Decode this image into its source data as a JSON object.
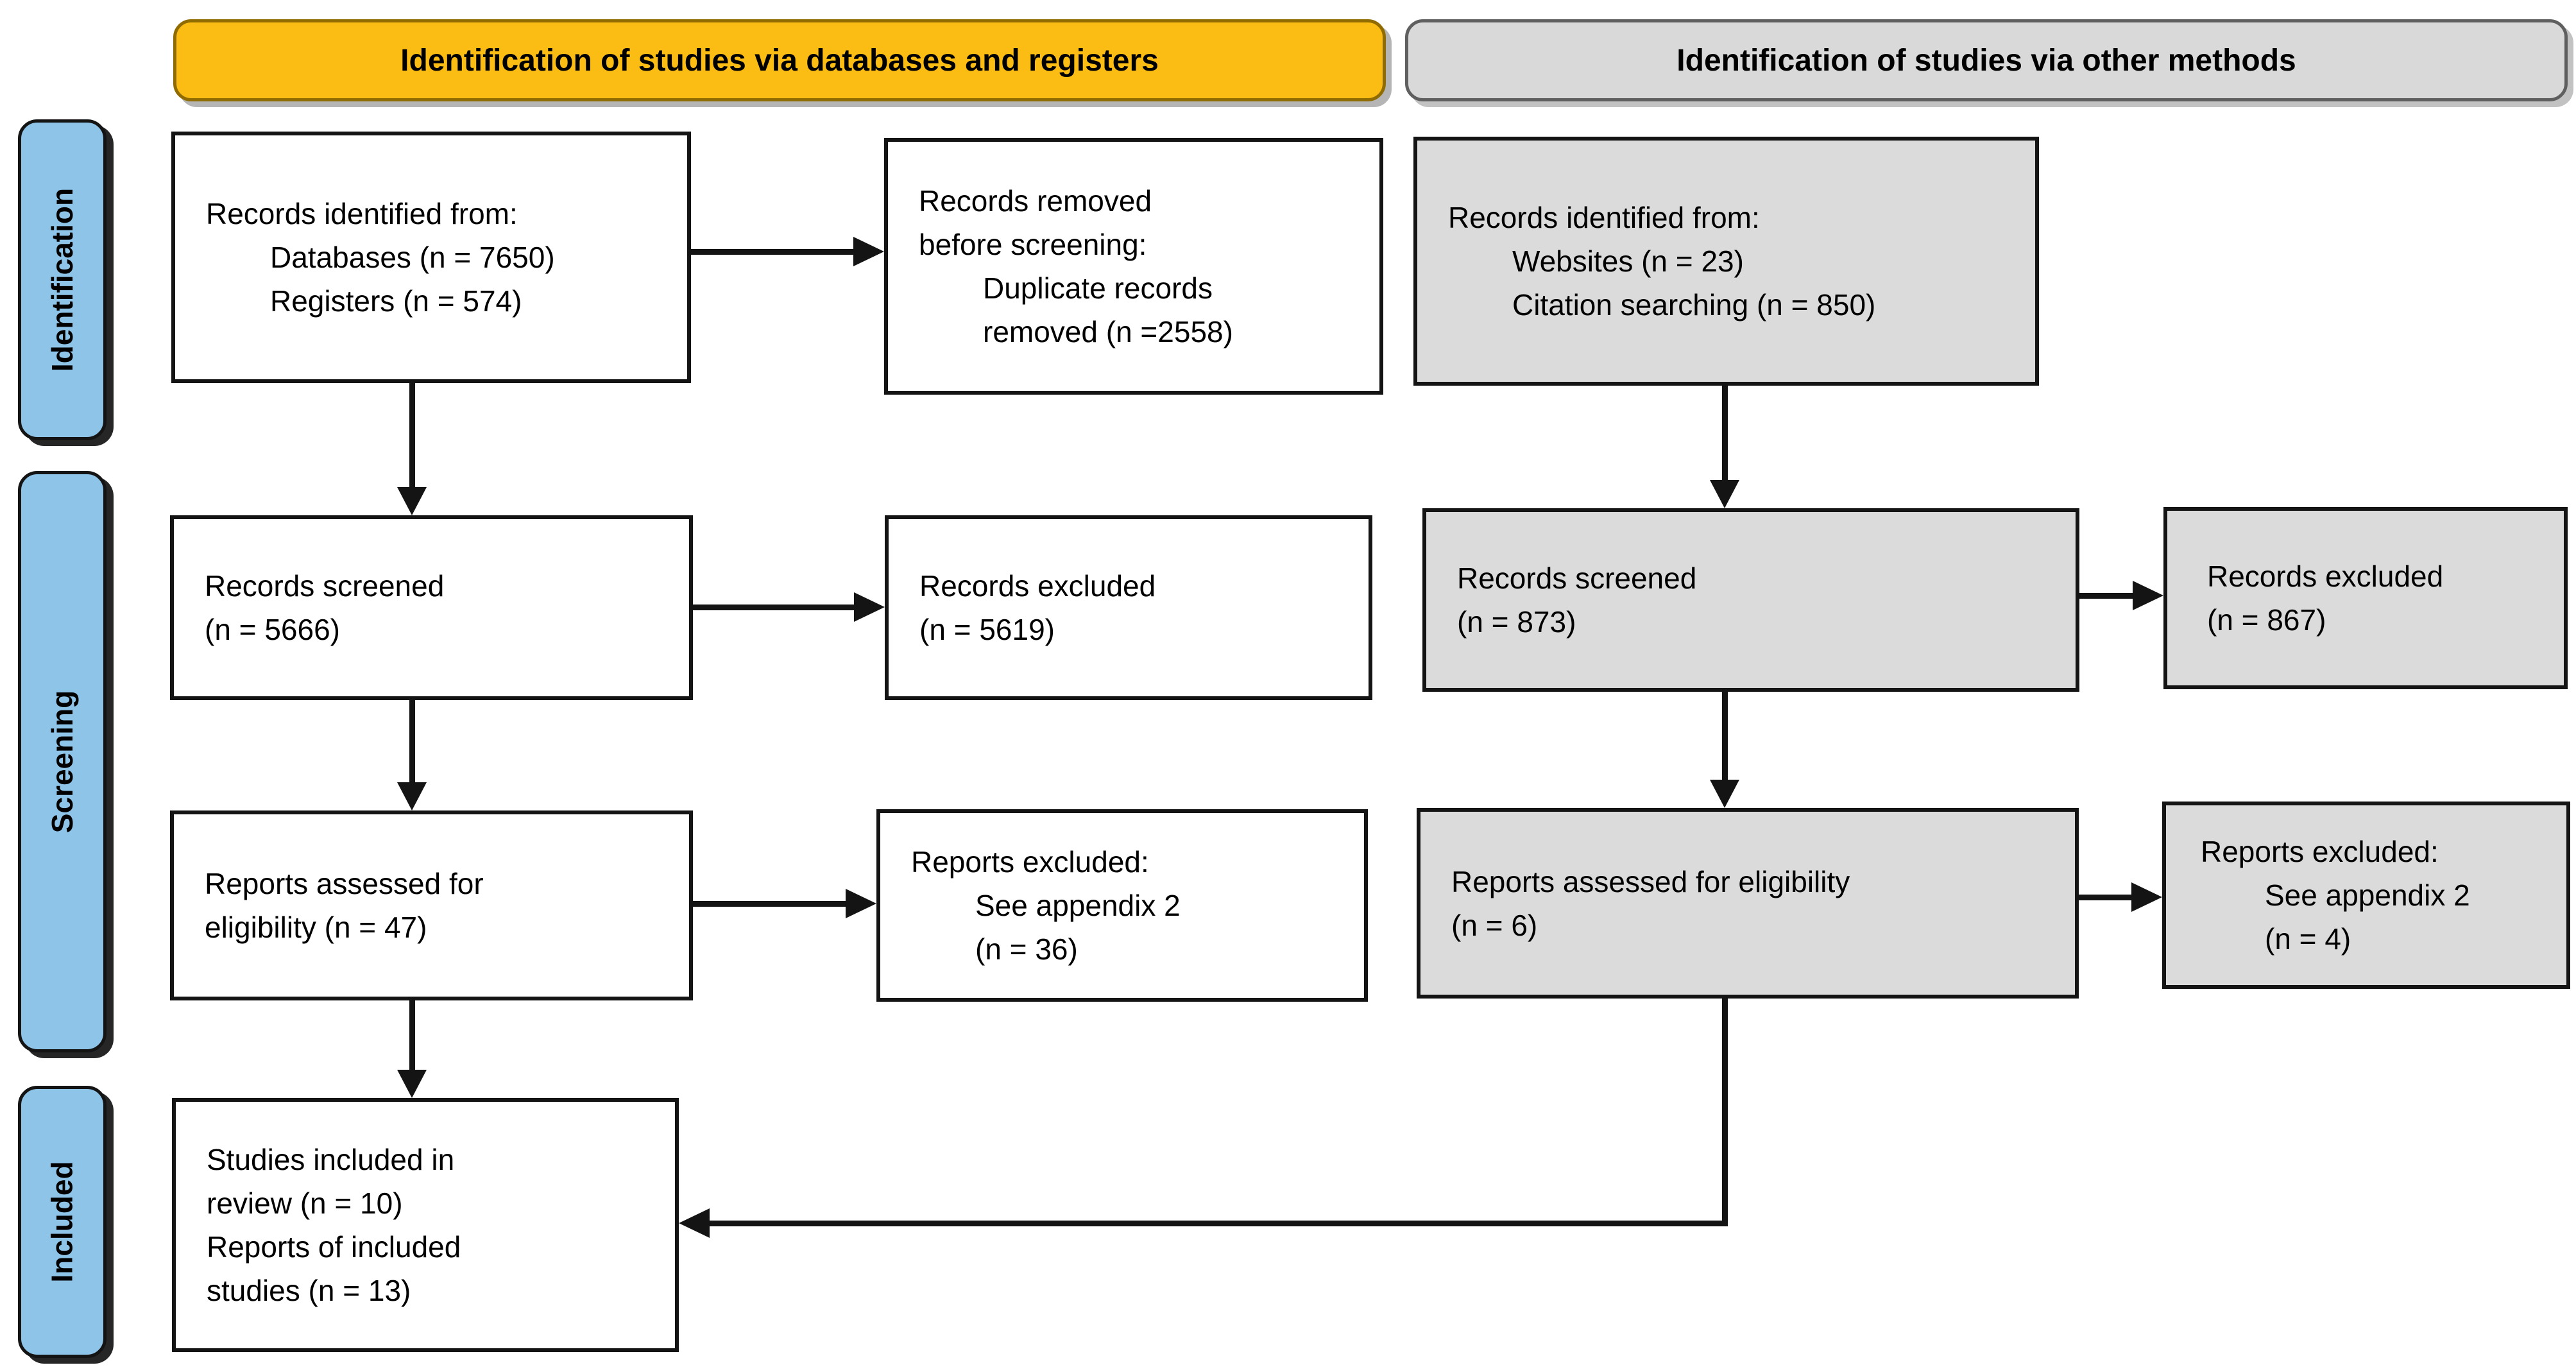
{
  "banners": {
    "databases": "Identification of studies via databases and registers",
    "other": "Identification of studies via other methods"
  },
  "stages": {
    "identification": "Identification",
    "screening": "Screening",
    "included": "Included"
  },
  "boxes": {
    "records_identified_db": {
      "lines": [
        "Records identified from:",
        "Databases (n = 7650)",
        "Registers (n = 574)"
      ]
    },
    "records_removed": {
      "lines": [
        "Records removed",
        "before screening:",
        "Duplicate records",
        "removed (n =2558)"
      ]
    },
    "records_identified_other": {
      "lines": [
        "Records identified from:",
        "Websites (n = 23)",
        "Citation searching (n = 850)"
      ]
    },
    "records_screened_db": {
      "lines": [
        "Records screened",
        "(n = 5666)"
      ]
    },
    "records_excluded_db": {
      "lines": [
        "Records excluded",
        "(n = 5619)"
      ]
    },
    "records_screened_other": {
      "lines": [
        "Records screened",
        "(n = 873)"
      ]
    },
    "records_excluded_other": {
      "lines": [
        "Records excluded",
        "(n = 867)"
      ]
    },
    "reports_assessed_db": {
      "lines": [
        "Reports assessed for",
        "eligibility (n = 47)"
      ]
    },
    "reports_excluded_db": {
      "lines": [
        "Reports excluded:",
        "See appendix 2",
        "(n = 36)"
      ]
    },
    "reports_assessed_other": {
      "lines": [
        "Reports assessed for eligibility",
        "(n = 6)"
      ]
    },
    "reports_excluded_other": {
      "lines": [
        "Reports excluded:",
        "See appendix 2",
        "(n = 4)"
      ]
    },
    "studies_included": {
      "lines": [
        "Studies included in",
        "review (n = 10)",
        "Reports of included",
        "studies (n = 13)"
      ]
    }
  },
  "colors": {
    "banner_databases": "#FBBC13",
    "banner_other": "#D9D9D9",
    "stage": "#8FC4E9",
    "box_gray": "#DBDBDB",
    "box_white": "#FFFFFF",
    "line": "#141414"
  }
}
